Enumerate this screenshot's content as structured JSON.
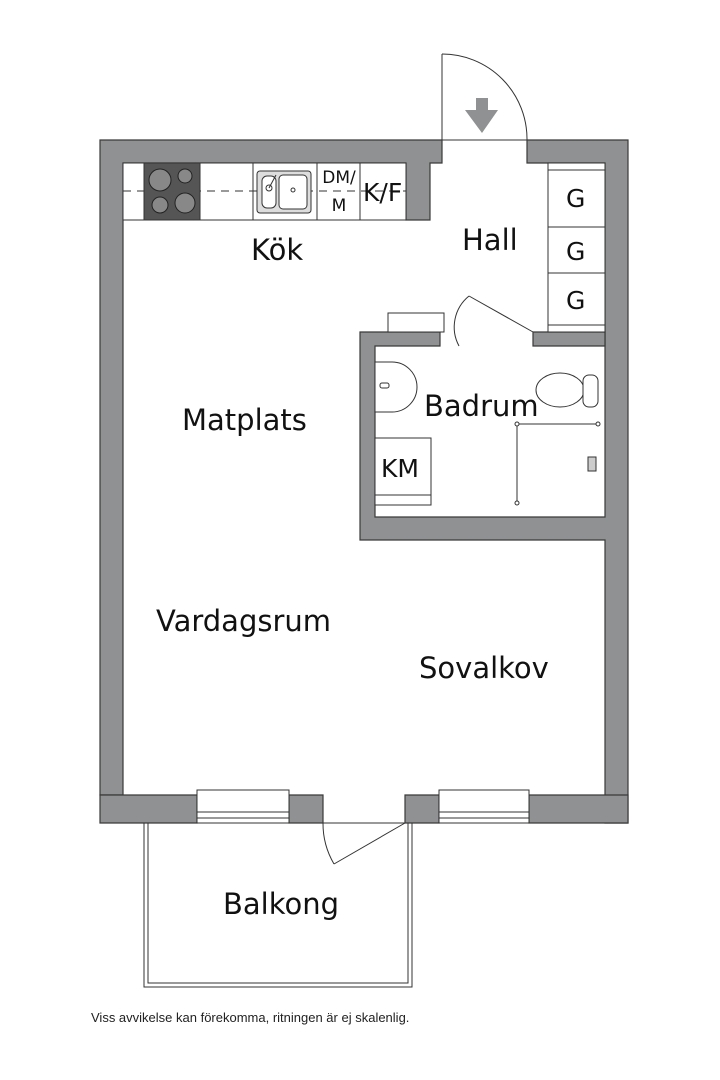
{
  "floorplan": {
    "wall_color": "#8f9192",
    "line_color": "#333333",
    "rooms": {
      "kitchen": "Kök",
      "hall": "Hall",
      "dining": "Matplats",
      "bathroom": "Badrum",
      "living": "Vardagsrum",
      "alcove": "Sovalkov",
      "balcony": "Balkong"
    },
    "fixtures": {
      "dishwasher_top": "DM/",
      "dishwasher_bottom": "M",
      "fridge_freezer": "K/F",
      "wardrobes": [
        "G",
        "G",
        "G"
      ],
      "washing_machine": "KM"
    },
    "entrance_icon": "arrow-down-icon"
  },
  "footer": {
    "disclaimer": "Viss avvikelse kan förekomma, ritningen är ej skalenlig."
  }
}
